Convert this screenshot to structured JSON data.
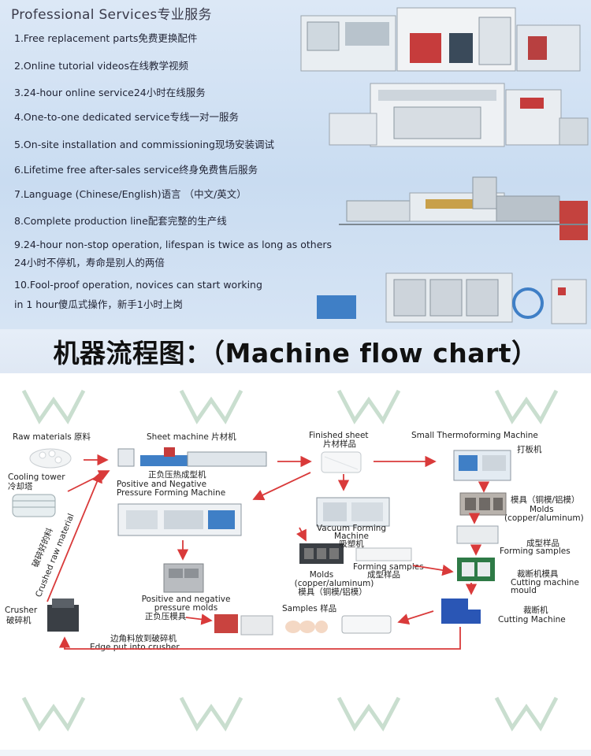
{
  "services": {
    "title": "Professional Services专业服务",
    "items": [
      "1.Free replacement parts免费更换配件",
      "2.Online tutorial videos在线教学视频",
      "3.24-hour online service24小时在线服务",
      "4.One-to-one dedicated service专线一对一服务",
      "5.On-site installation and commissioning现场安装调试",
      "6.Lifetime free after-sales service终身免费售后服务",
      "7.Language (Chinese/English)语言 （中文/英文）",
      "8.Complete production line配套完整的生产线",
      "9.24-hour non-stop operation, lifespan is twice as long as others",
      "24小时不停机，寿命是别人的两倍",
      "10.Fool-proof operation, novices can start working",
      "in 1 hour傻瓜式操作，新手1小时上岗"
    ]
  },
  "banner": {
    "title": "机器流程图：（Machine flow chart）"
  },
  "flow": {
    "raw_materials": "Raw materials 原料",
    "cooling_tower_en": "Cooling tower",
    "cooling_tower_cn": "冷却塔",
    "sheet_machine": "Sheet machine 片材机",
    "finished_sheet_en": "Finished sheet",
    "finished_sheet_cn": "片材样品",
    "small_thermo": "Small Thermoforming Machine",
    "small_thermo_cn": "打板机",
    "pn_cn": "正负压热成型机",
    "pn_en1": "Positive and Negative",
    "pn_en2": "Pressure Forming Machine",
    "vacuum_en1": "Vacuum Forming",
    "vacuum_en2": "Machine",
    "vacuum_cn": "吸塑机",
    "molds_right_cn": "模具（铜模/铝模）",
    "molds_right_en1": "Molds",
    "molds_right_en2": "(copper/aluminum)",
    "forming_samples_right_cn": "成型样品",
    "forming_samples_right_en": "Forming samples",
    "forming_samples_mid_en": "Forming samples",
    "forming_samples_mid_cn": "成型样品",
    "molds_mid_en1": "Molds",
    "molds_mid_en2": "(copper/aluminum)",
    "molds_mid_cn": "模具（铜模/铝模）",
    "cutting_mould_cn": "裁断机模具",
    "cutting_mould_en1": "Cutting machine",
    "cutting_mould_en2": "mould",
    "pn_molds_en1": "Positive and negative",
    "pn_molds_en2": "pressure molds",
    "pn_molds_cn": "正负压模具",
    "samples": "Samples 样品",
    "cutting_cn": "裁断机",
    "cutting_en": "Cutting Machine",
    "crusher_en": "Crusher",
    "crusher_cn": "破碎机",
    "crushed_cn": "破碎好的料",
    "crushed_en": "Crushed raw material",
    "edge_cn": "边角料放到破碎机",
    "edge_en": "Edge put into crusher"
  },
  "colors": {
    "arrow": "#d93a3a",
    "watermark": "#7fae8c",
    "banner_text": "#111111"
  }
}
